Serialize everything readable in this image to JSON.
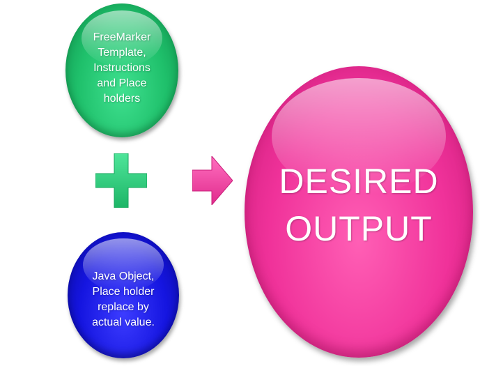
{
  "input_template": {
    "lines": [
      "FreeMarker",
      "Template,",
      "Instructions",
      "and Place",
      "holders"
    ]
  },
  "operator": {
    "icon": "plus-icon",
    "color": "#2fd07e"
  },
  "input_object": {
    "lines": [
      "Java Object,",
      "Place holder",
      "replace by",
      "actual value."
    ]
  },
  "flow": {
    "icon": "arrow-right-icon",
    "color": "#f0339a"
  },
  "result": {
    "lines": [
      "DESIRED",
      "OUTPUT"
    ]
  },
  "colors": {
    "green": "#1fc06b",
    "blue": "#1515e0",
    "pink": "#f0329a"
  }
}
